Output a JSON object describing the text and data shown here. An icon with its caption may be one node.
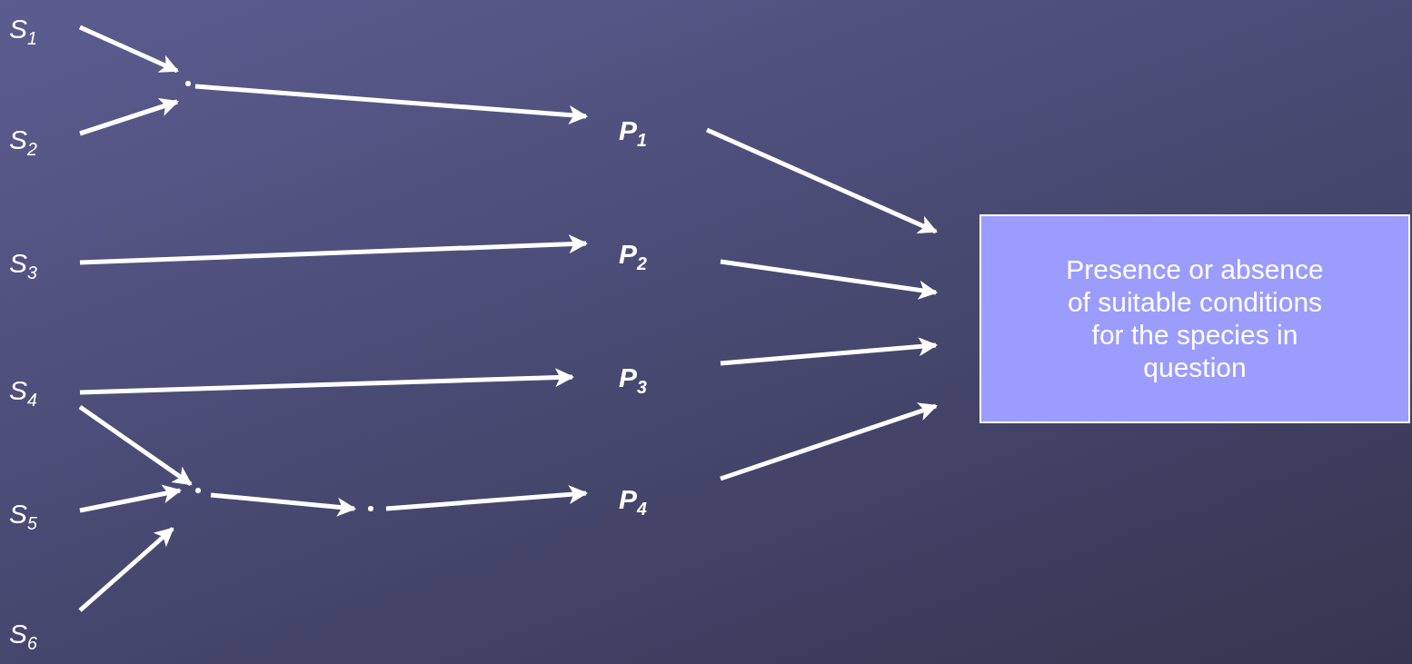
{
  "diagram": {
    "nodes": [
      {
        "text": [
          "S$_{1}$"
        ]
      },
      {
        "text": [
          "S$_{2}$"
        ]
      },
      {
        "text": [
          "S$_{3}$"
        ]
      },
      {
        "text": [
          "S$_{4}$"
        ]
      },
      {
        "text": [
          "S$_{5}$"
        ]
      },
      {
        "text": [
          "S$_{6}$"
        ]
      },
      {
        "text": [
          "P$_{1}$"
        ]
      },
      {
        "text": [
          "P$_{2}$"
        ]
      },
      {
        "text": [
          "P$_{3}$"
        ]
      },
      {
        "text": [
          "P$_{4}$"
        ]
      },
      {
        "text": [
          "Presence or absence of suitable conditions for the species in question"
        ]
      },
      {
        "text": [],
        "shape": "point"
      },
      {
        "text": [],
        "shape": "point"
      },
      {
        "text": [],
        "shape": "point"
      }
    ],
    "edges": [
      {
        "from": 0,
        "to": 11,
        "arrow": "to"
      },
      {
        "from": 1,
        "to": 11,
        "arrow": "to"
      },
      {
        "from": 11,
        "to": 6,
        "arrow": "to"
      },
      {
        "from": 2,
        "to": 7,
        "arrow": "to"
      },
      {
        "from": 3,
        "to": 8,
        "arrow": "to"
      },
      {
        "from": 3,
        "to": 12,
        "arrow": "to"
      },
      {
        "from": 4,
        "to": 12,
        "arrow": "to"
      },
      {
        "from": 5,
        "to": 12,
        "arrow": "to"
      },
      {
        "from": 12,
        "to": 13,
        "arrow": "to"
      },
      {
        "from": 13,
        "to": 9,
        "arrow": "to"
      },
      {
        "from": 6,
        "to": 10,
        "arrow": "to"
      },
      {
        "from": 7,
        "to": 10,
        "arrow": "to"
      },
      {
        "from": 8,
        "to": 10,
        "arrow": "to"
      },
      {
        "from": 9,
        "to": 10,
        "arrow": "to"
      }
    ]
  }
}
